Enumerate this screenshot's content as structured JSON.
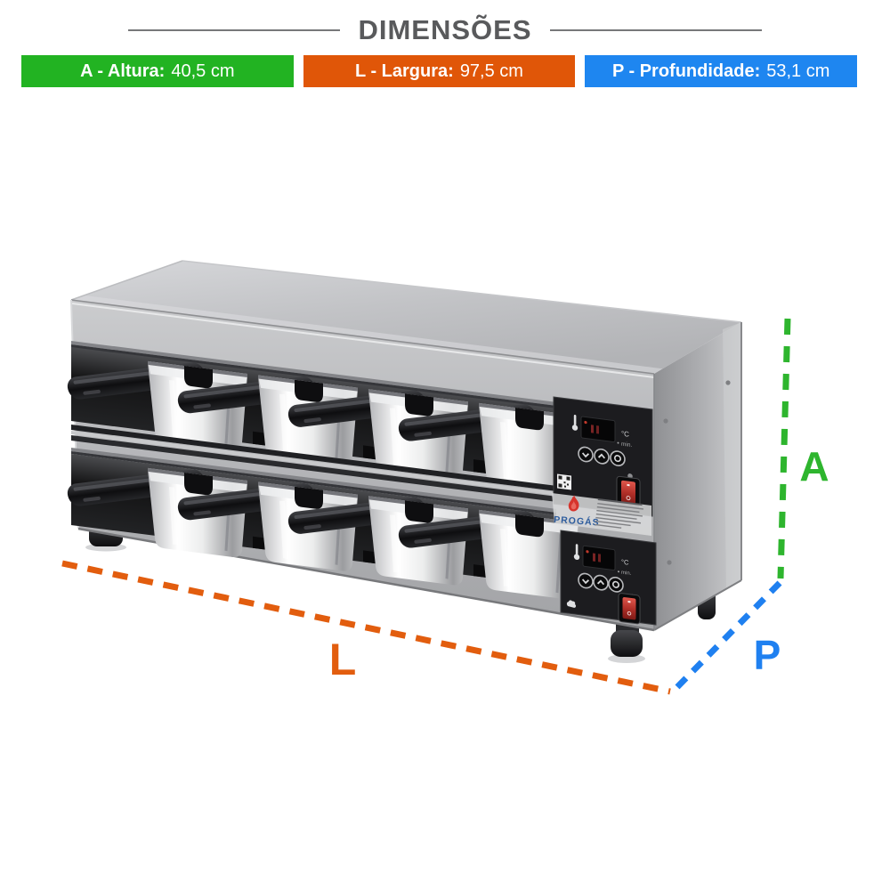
{
  "header": {
    "title": "DIMENSÕES",
    "bars": [
      {
        "key": "A",
        "label": "A - Altura:",
        "value": "40,5 cm",
        "color": "#22b322"
      },
      {
        "key": "L",
        "label": "L - Largura:",
        "value": "97,5 cm",
        "color": "#e05608"
      },
      {
        "key": "P",
        "label": "P - Profundidade:",
        "value": "53,1 cm",
        "color": "#1e86f0"
      }
    ]
  },
  "figure": {
    "labels": {
      "height": "A",
      "width": "L",
      "depth": "P"
    },
    "line_colors": {
      "height": "#2eb52e",
      "width": "#e25d0e",
      "depth": "#1f80f0"
    },
    "machine": {
      "brand": "PROGÁS",
      "rows": 2,
      "pans_per_row": 4,
      "controllers": [
        {
          "temp_unit": "°C",
          "timer_unit": "min.",
          "buttons": [
            "decrease",
            "increase",
            "set"
          ],
          "power_switch": "on-off"
        },
        {
          "temp_unit": "°C",
          "timer_unit": "min.",
          "buttons": [
            "decrease",
            "increase",
            "set"
          ],
          "power_switch": "on-off"
        }
      ]
    }
  }
}
